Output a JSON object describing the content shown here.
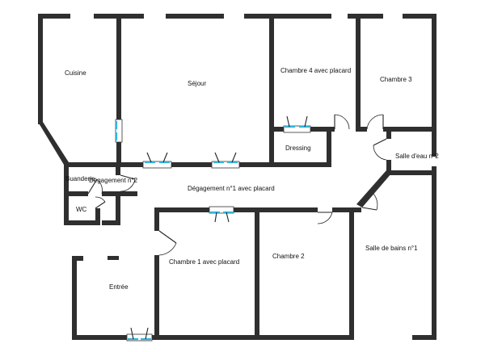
{
  "plan": {
    "rooms": [
      {
        "id": "cuisine",
        "label": "Cuisine"
      },
      {
        "id": "sejour",
        "label": "Séjour"
      },
      {
        "id": "chambre4",
        "label": "Chambre 4 avec placard"
      },
      {
        "id": "chambre3",
        "label": "Chambre 3"
      },
      {
        "id": "dressing",
        "label": "Dressing"
      },
      {
        "id": "salle-eau-2",
        "label": "Salle d'eau n°2"
      },
      {
        "id": "buanderie",
        "label": "Buanderie"
      },
      {
        "id": "degagement-2",
        "label": "Dégagement n°2"
      },
      {
        "id": "degagement-1",
        "label": "Dégagement n°1 avec placard"
      },
      {
        "id": "wc",
        "label": "WC"
      },
      {
        "id": "entree",
        "label": "Entrée"
      },
      {
        "id": "chambre1",
        "label": "Chambre 1 avec placard"
      },
      {
        "id": "chambre2",
        "label": "Chambre 2"
      },
      {
        "id": "salle-bains-1",
        "label": "Salle de bains n°1"
      }
    ]
  }
}
